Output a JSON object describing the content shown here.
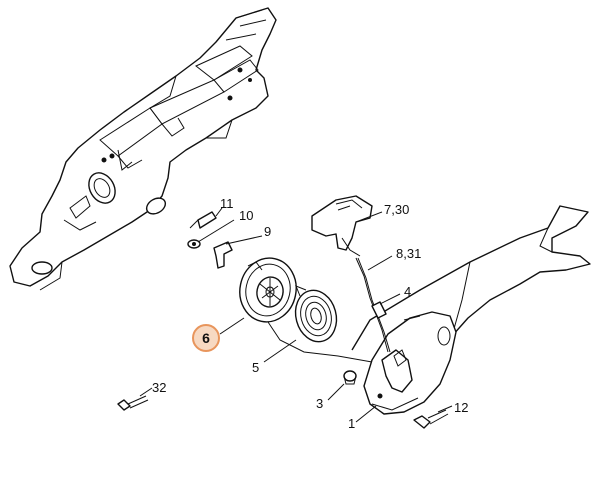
{
  "labels": {
    "l11": "11",
    "l10": "10",
    "l9": "9",
    "l730": "7,30",
    "l831": "8,31",
    "l4": "4",
    "l6": "6",
    "l5": "5",
    "l32": "32",
    "l3": "3",
    "l1": "1",
    "l12": "12"
  },
  "highlight": {
    "color": "#e8955c",
    "fill": "#f7d9c2"
  }
}
